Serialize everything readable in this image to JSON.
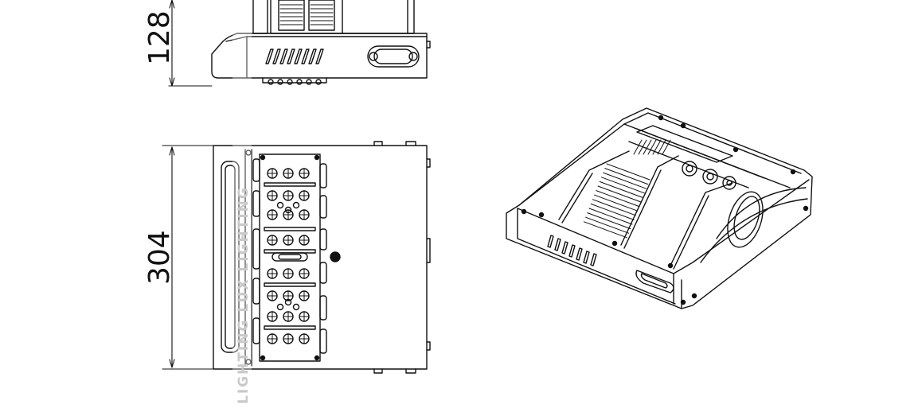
{
  "dimensions": {
    "height": "128",
    "length": "304"
  },
  "watermark": {
    "text": "LIGHTING LUX LIGHTING",
    "color": "#d0d0d0"
  },
  "colors": {
    "line": "#111111",
    "background": "#ffffff"
  }
}
